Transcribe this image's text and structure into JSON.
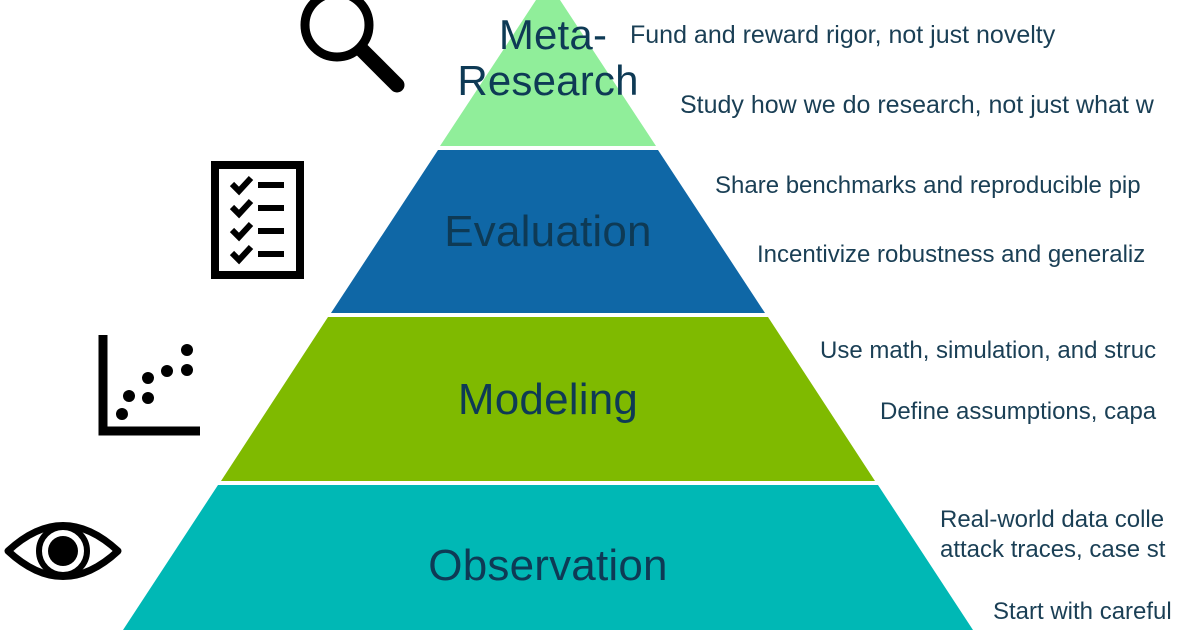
{
  "colors": {
    "meta_research": "#90ee9a",
    "evaluation": "#0f67a6",
    "modeling": "#7fba00",
    "observation": "#00b8b5",
    "label_text": "#0e3a55",
    "icon": "#000000",
    "background": "#ffffff"
  },
  "tiers": [
    {
      "id": "meta-research",
      "label_line1": "Meta-",
      "label_line2": "Research",
      "icon": "magnifying-glass-icon",
      "points": [
        "Fund and reward rigor, not just novelty",
        "Study how we do research, not just what w"
      ]
    },
    {
      "id": "evaluation",
      "label": "Evaluation",
      "icon": "checklist-icon",
      "points": [
        "Share benchmarks and reproducible pip",
        "Incentivize robustness and generaliz"
      ]
    },
    {
      "id": "modeling",
      "label": "Modeling",
      "icon": "scatter-plot-icon",
      "points": [
        "Use math, simulation, and struc",
        "Define assumptions, capa"
      ]
    },
    {
      "id": "observation",
      "label": "Observation",
      "icon": "eye-icon",
      "points": [
        "Real-world data colle",
        "attack traces, case st",
        "Start with careful"
      ]
    }
  ]
}
